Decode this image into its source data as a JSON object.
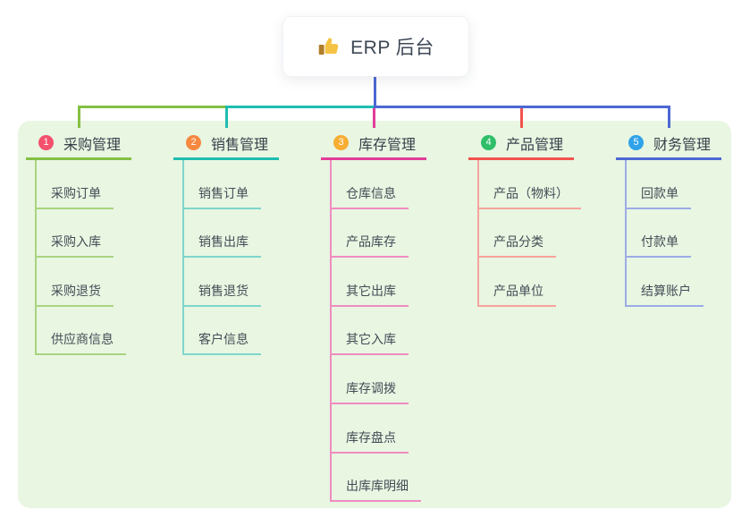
{
  "root": {
    "icon": "thumbs-up",
    "title": "ERP 后台"
  },
  "colors": {
    "canvas_bg": "#ffffff",
    "panel_bg": "#e8f6e2",
    "root_line": "#4c68d3",
    "title_text": "#39404a",
    "child_text": "#454c56",
    "thumb_yellow": "#f5c343",
    "thumb_dark": "#b07d2a"
  },
  "branches": [
    {
      "badge": "1",
      "badge_color": "#f4516c",
      "line_color": "#85c043",
      "child_line_color": "#a9d47f",
      "label": "采购管理",
      "children": [
        "采购订单",
        "采购入库",
        "采购退货",
        "供应商信息"
      ]
    },
    {
      "badge": "2",
      "badge_color": "#f6883f",
      "line_color": "#1ebdb0",
      "child_line_color": "#7fd6cb",
      "label": "销售管理",
      "children": [
        "销售订单",
        "销售出库",
        "销售退货",
        "客户信息"
      ]
    },
    {
      "badge": "3",
      "badge_color": "#f8ad33",
      "line_color": "#e23c98",
      "child_line_color": "#f08cc1",
      "label": "库存管理",
      "children": [
        "仓库信息",
        "产品库存",
        "其它出库",
        "其它入库",
        "库存调拨",
        "库存盘点",
        "出库库明细"
      ]
    },
    {
      "badge": "4",
      "badge_color": "#2ebf68",
      "line_color": "#f2524d",
      "child_line_color": "#f8a39c",
      "label": "产品管理",
      "children": [
        "产品（物料）",
        "产品分类",
        "产品单位"
      ]
    },
    {
      "badge": "5",
      "badge_color": "#30a2e9",
      "line_color": "#4c68d3",
      "child_line_color": "#9cabe6",
      "label": "财务管理",
      "children": [
        "回款单",
        "付款单",
        "结算账户"
      ]
    }
  ]
}
